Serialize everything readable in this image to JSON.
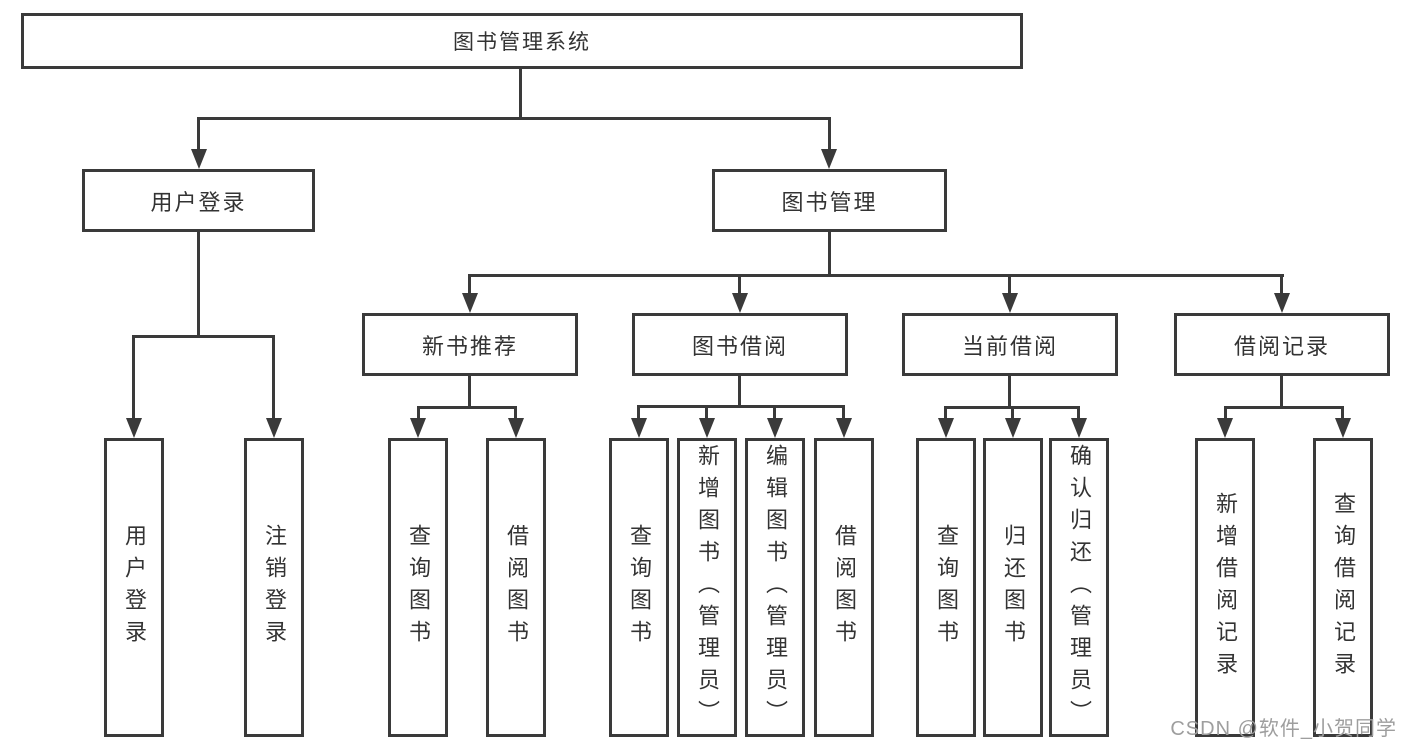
{
  "colors": {
    "line": "#3a3a3a",
    "text": "#333333",
    "watermark": "#9e9e9e",
    "background": "#ffffff"
  },
  "watermark": "CSDN @软件_小贺同学",
  "tree": {
    "root": {
      "label": "图书管理系统"
    },
    "branches": [
      {
        "label": "用户登录",
        "children": [
          {
            "label": "用户登录"
          },
          {
            "label": "注销登录"
          }
        ]
      },
      {
        "label": "图书管理",
        "children": [
          {
            "label": "新书推荐",
            "children": [
              {
                "label": "查询图书"
              },
              {
                "label": "借阅图书"
              }
            ]
          },
          {
            "label": "图书借阅",
            "children": [
              {
                "label": "查询图书"
              },
              {
                "label": "新增图书（管理员）"
              },
              {
                "label": "编辑图书（管理员）"
              },
              {
                "label": "借阅图书"
              }
            ]
          },
          {
            "label": "当前借阅",
            "children": [
              {
                "label": "查询图书"
              },
              {
                "label": "归还图书"
              },
              {
                "label": "确认归还（管理员）"
              }
            ]
          },
          {
            "label": "借阅记录",
            "children": [
              {
                "label": "新增借阅记录"
              },
              {
                "label": "查询借阅记录"
              }
            ]
          }
        ]
      }
    ]
  }
}
